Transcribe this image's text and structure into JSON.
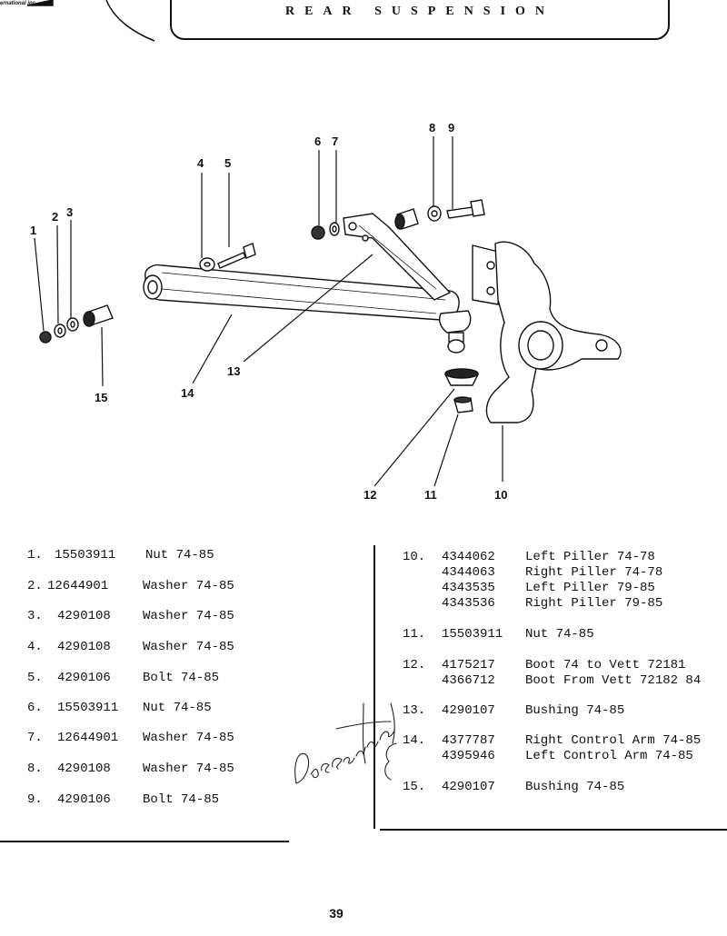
{
  "header": {
    "logo_text": "ernational inc",
    "title": "REAR SUSPENSION"
  },
  "diagram": {
    "callouts": [
      "1",
      "2",
      "3",
      "4",
      "5",
      "6",
      "7",
      "8",
      "9",
      "10",
      "11",
      "12",
      "13",
      "14",
      "15"
    ]
  },
  "parts_left": [
    {
      "num": "1.",
      "part": "15503911",
      "desc": "Nut  74-85"
    },
    {
      "num": "2.",
      "part": "12644901",
      "desc": "Washer  74-85"
    },
    {
      "num": "3.",
      "part": "4290108",
      "desc": "Washer  74-85"
    },
    {
      "num": "4.",
      "part": "4290108",
      "desc": "Washer  74-85"
    },
    {
      "num": "5.",
      "part": "4290106",
      "desc": "Bolt  74-85"
    },
    {
      "num": "6.",
      "part": "15503911",
      "desc": "Nut  74-85"
    },
    {
      "num": "7.",
      "part": "12644901",
      "desc": "Washer  74-85"
    },
    {
      "num": "8.",
      "part": "4290108",
      "desc": "Washer  74-85"
    },
    {
      "num": "9.",
      "part": "4290106",
      "desc": "Bolt  74-85"
    }
  ],
  "parts_right": [
    {
      "num": "10.",
      "part": "4344062",
      "desc": "Left Piller  74-78"
    },
    {
      "num": "",
      "part": "4344063",
      "desc": "Right Piller  74-78"
    },
    {
      "num": "",
      "part": "4343535",
      "desc": "Left Piller  79-85"
    },
    {
      "num": "",
      "part": "4343536",
      "desc": "Right Piller  79-85"
    },
    {
      "num": "11.",
      "part": "15503911",
      "desc": "Nut  74-85"
    },
    {
      "num": "12.",
      "part": "4175217",
      "desc": "Boot  74 to Vett 72181"
    },
    {
      "num": "",
      "part": "4366712",
      "desc": "Boot From Vett 72182 84"
    },
    {
      "num": "13.",
      "part": "4290107",
      "desc": "Bushing  74-85"
    },
    {
      "num": "14.",
      "part": "4377787",
      "desc": "Right Control Arm 74-85"
    },
    {
      "num": "",
      "part": "4395946",
      "desc": "Left Control Arm  74-85"
    },
    {
      "num": "15.",
      "part": "4290107",
      "desc": "Bushing 74-85"
    }
  ],
  "handwritten_note": "Discontinued",
  "page_number": "39"
}
